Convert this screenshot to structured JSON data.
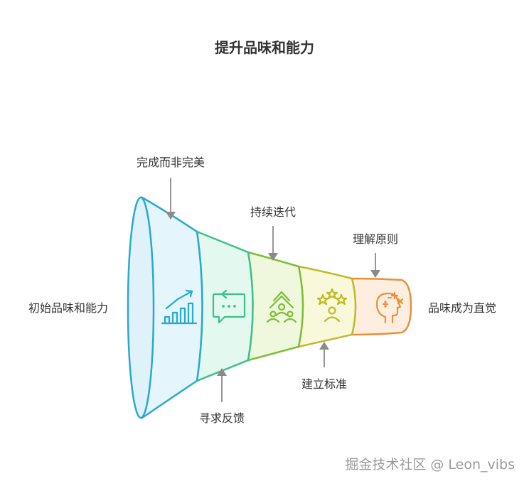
{
  "title": "提升品味和能力",
  "start_label": "初始品味和能力",
  "end_label": "品味成为直觉",
  "stages": [
    {
      "label": "完成而非完美",
      "icon": "rising-bar-chart-icon",
      "color": "#29a8d0",
      "fill": "#e4f5fb",
      "label_position": "top"
    },
    {
      "label": "寻求反馈",
      "icon": "chat-bubble-refresh-icon",
      "color": "#3fbf8a",
      "fill": "#e3f8ef",
      "label_position": "bottom"
    },
    {
      "label": "持续迭代",
      "icon": "people-growth-tree-icon",
      "color": "#7cbd39",
      "fill": "#eff8dc",
      "label_position": "top"
    },
    {
      "label": "建立标准",
      "icon": "person-stars-icon",
      "color": "#bdbb2a",
      "fill": "#f9f8da",
      "label_position": "bottom"
    },
    {
      "label": "理解原则",
      "icon": "head-math-symbols-icon",
      "color": "#e8913a",
      "fill": "#fdeee0",
      "label_position": "top"
    }
  ],
  "watermark": "掘金技术社区 @ Leon_vibs",
  "colors": {
    "arrow": "#8a8a8a",
    "text": "#333333",
    "watermark": "#9a9a9a"
  }
}
